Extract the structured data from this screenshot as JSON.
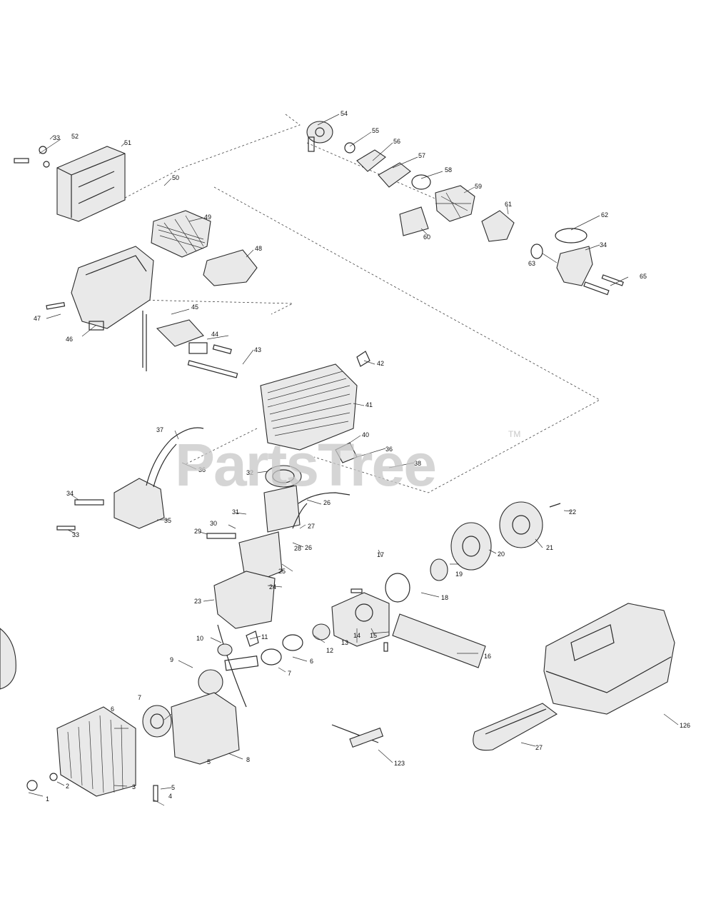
{
  "watermark": {
    "text": "PartsTree",
    "trademark": "TM"
  },
  "part_labels": [
    "1",
    "2",
    "3",
    "4",
    "5",
    "5",
    "6",
    "6",
    "7",
    "7",
    "8",
    "9",
    "10",
    "11",
    "12",
    "13",
    "14",
    "15",
    "16",
    "17",
    "18",
    "19",
    "20",
    "21",
    "22",
    "23",
    "24",
    "25",
    "26",
    "26",
    "27",
    "27",
    "28",
    "29",
    "30",
    "31",
    "32",
    "33",
    "33",
    "34",
    "34",
    "35",
    "36",
    "36",
    "37",
    "38",
    "40",
    "41",
    "42",
    "43",
    "44",
    "45",
    "46",
    "47",
    "48",
    "49",
    "50",
    "51",
    "52",
    "54",
    "55",
    "56",
    "57",
    "58",
    "59",
    "60",
    "61",
    "62",
    "63",
    "65",
    "123",
    "126"
  ]
}
